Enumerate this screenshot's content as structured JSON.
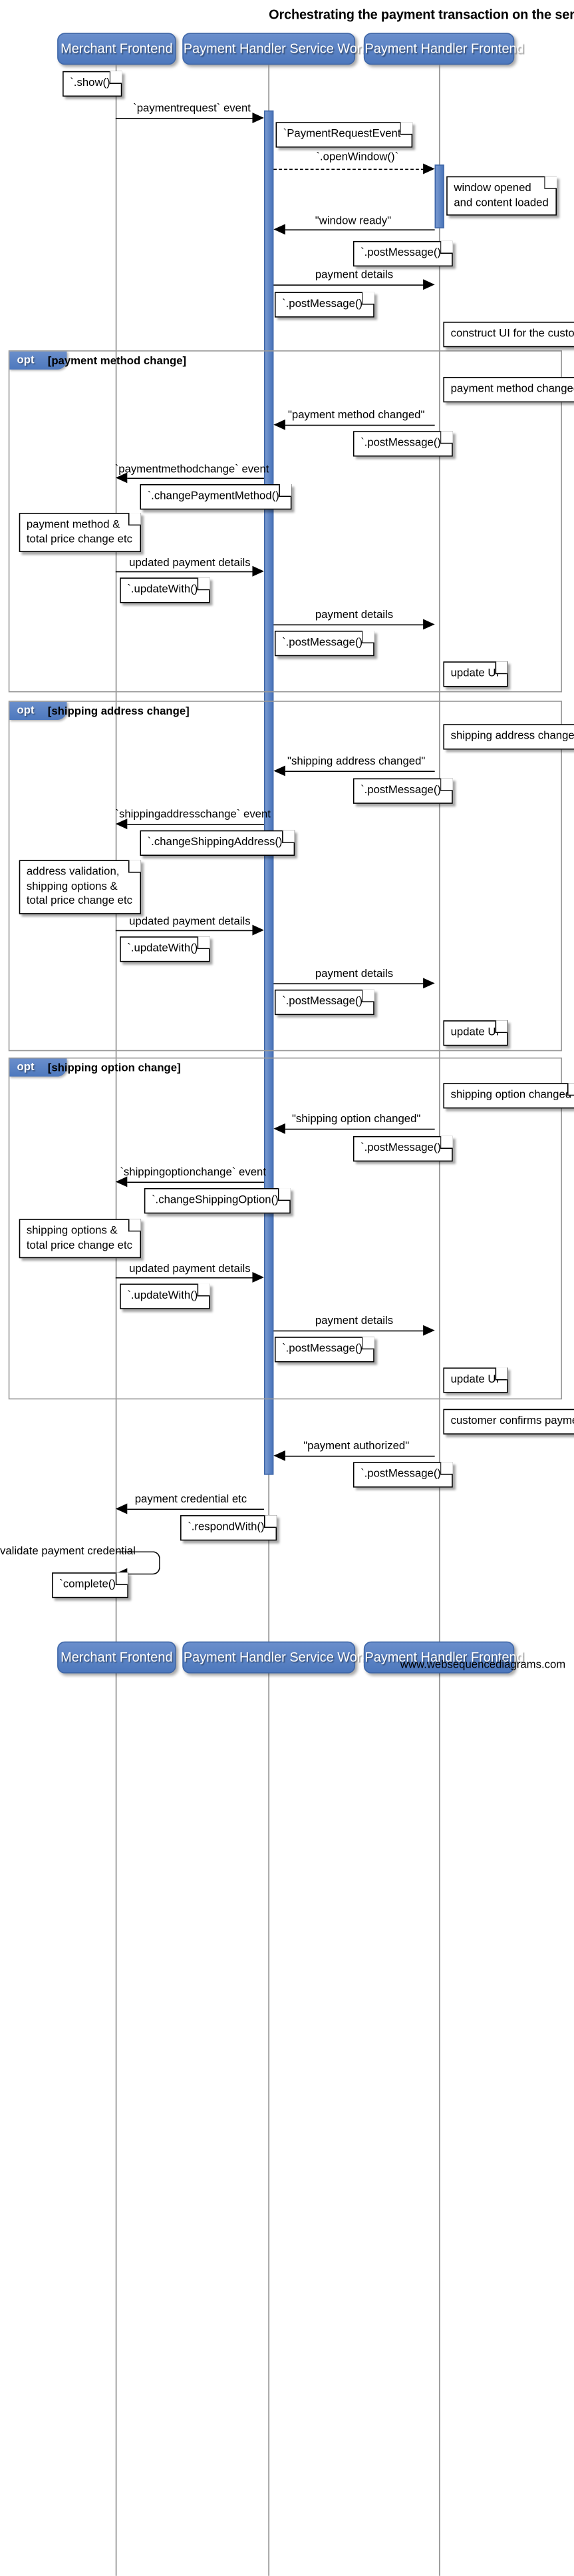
{
  "title": "Orchestrating the payment transaction on the service worker",
  "footer": "www.websequencediagrams.com",
  "colors": {
    "actor_fill": "#5b82c4",
    "actor_border": "#3f67a8",
    "activation_fill": "#5b82c4",
    "fragment_border": "#999999",
    "line": "#000000",
    "lifeline": "#888888",
    "note_fill": "#ffffff"
  },
  "actors": [
    {
      "id": "merchant",
      "label": "Merchant Frontend"
    },
    {
      "id": "sw",
      "label": "Payment Handler Service Worker"
    },
    {
      "id": "frontend",
      "label": "Payment Handler Frontend"
    }
  ],
  "actors_bottom": [
    {
      "id": "merchant",
      "label": "Merchant Frontend"
    },
    {
      "id": "sw",
      "label": "Payment Handler Service Worker"
    },
    {
      "id": "frontend",
      "label": "Payment Handler Frontend"
    }
  ],
  "fragments": [
    {
      "id": "opt1",
      "operator": "opt",
      "condition": "[payment method change]"
    },
    {
      "id": "opt2",
      "operator": "opt",
      "condition": "[shipping address change]"
    },
    {
      "id": "opt3",
      "operator": "opt",
      "condition": "[shipping option change]"
    }
  ],
  "messages": [
    {
      "id": "m1",
      "label": "`paymentrequest` event",
      "from": "merchant",
      "to": "sw",
      "style": "solid"
    },
    {
      "id": "m2",
      "label": "`.openWindow()`",
      "from": "sw",
      "to": "frontend",
      "style": "dashed"
    },
    {
      "id": "m3",
      "label": "\"window ready\"",
      "from": "frontend",
      "to": "sw",
      "style": "solid"
    },
    {
      "id": "m4",
      "label": "payment details",
      "from": "sw",
      "to": "frontend",
      "style": "solid"
    },
    {
      "id": "m5",
      "label": "\"payment method changed\"",
      "from": "frontend",
      "to": "sw",
      "style": "solid"
    },
    {
      "id": "m6",
      "label": "`paymentmethodchange` event",
      "from": "sw",
      "to": "merchant",
      "style": "solid"
    },
    {
      "id": "m7",
      "label": "updated payment details",
      "from": "merchant",
      "to": "sw",
      "style": "solid"
    },
    {
      "id": "m8",
      "label": "payment details",
      "from": "sw",
      "to": "frontend",
      "style": "solid"
    },
    {
      "id": "m9",
      "label": "\"shipping address changed\"",
      "from": "frontend",
      "to": "sw",
      "style": "solid"
    },
    {
      "id": "m10",
      "label": "`shippingaddresschange` event",
      "from": "sw",
      "to": "merchant",
      "style": "solid"
    },
    {
      "id": "m11",
      "label": "updated payment details",
      "from": "merchant",
      "to": "sw",
      "style": "solid"
    },
    {
      "id": "m12",
      "label": "payment details",
      "from": "sw",
      "to": "frontend",
      "style": "solid"
    },
    {
      "id": "m13",
      "label": "\"shipping option changed\"",
      "from": "frontend",
      "to": "sw",
      "style": "solid"
    },
    {
      "id": "m14",
      "label": "`shippingoptionchange` event",
      "from": "sw",
      "to": "merchant",
      "style": "solid"
    },
    {
      "id": "m15",
      "label": "updated payment details",
      "from": "merchant",
      "to": "sw",
      "style": "solid"
    },
    {
      "id": "m16",
      "label": "payment details",
      "from": "sw",
      "to": "frontend",
      "style": "solid"
    },
    {
      "id": "m17",
      "label": "\"payment authorized\"",
      "from": "frontend",
      "to": "sw",
      "style": "solid"
    },
    {
      "id": "m18",
      "label": "payment credential etc",
      "from": "sw",
      "to": "merchant",
      "style": "solid"
    },
    {
      "id": "m19",
      "label": "validate payment credential",
      "from": "merchant",
      "to": "merchant",
      "style": "self"
    }
  ],
  "notes": [
    {
      "id": "n1",
      "text": "`.show()`"
    },
    {
      "id": "n2",
      "text": "`PaymentRequestEvent`"
    },
    {
      "id": "n3",
      "text": "window opened\nand content loaded"
    },
    {
      "id": "n4",
      "text": "`.postMessage()`"
    },
    {
      "id": "n5",
      "text": "`.postMessage()`"
    },
    {
      "id": "n6",
      "text": "construct UI for the customer"
    },
    {
      "id": "n7",
      "text": "payment method changed"
    },
    {
      "id": "n8",
      "text": "`.postMessage()`"
    },
    {
      "id": "n9",
      "text": "`.changePaymentMethod()`"
    },
    {
      "id": "n10",
      "text": "payment method &\ntotal price change etc"
    },
    {
      "id": "n11",
      "text": "`.updateWith()`"
    },
    {
      "id": "n12",
      "text": "`.postMessage()`"
    },
    {
      "id": "n13",
      "text": "update UI"
    },
    {
      "id": "n14",
      "text": "shipping address changed"
    },
    {
      "id": "n15",
      "text": "`.postMessage()`"
    },
    {
      "id": "n16",
      "text": "`.changeShippingAddress()`"
    },
    {
      "id": "n17",
      "text": "address validation,\nshipping options &\ntotal price change etc"
    },
    {
      "id": "n18",
      "text": "`.updateWith()`"
    },
    {
      "id": "n19",
      "text": "`.postMessage()`"
    },
    {
      "id": "n20",
      "text": "update UI"
    },
    {
      "id": "n21",
      "text": "shipping option changed"
    },
    {
      "id": "n22",
      "text": "`.postMessage()`"
    },
    {
      "id": "n23",
      "text": "`.changeShippingOption()`"
    },
    {
      "id": "n24",
      "text": "shipping options &\ntotal price change etc"
    },
    {
      "id": "n25",
      "text": "`.updateWith()`"
    },
    {
      "id": "n26",
      "text": "`.postMessage()`"
    },
    {
      "id": "n27",
      "text": "update UI"
    },
    {
      "id": "n28",
      "text": "customer confirms payment"
    },
    {
      "id": "n29",
      "text": "`.postMessage()`"
    },
    {
      "id": "n30",
      "text": "`.respondWith()`"
    },
    {
      "id": "n31",
      "text": "`complete()`"
    }
  ]
}
